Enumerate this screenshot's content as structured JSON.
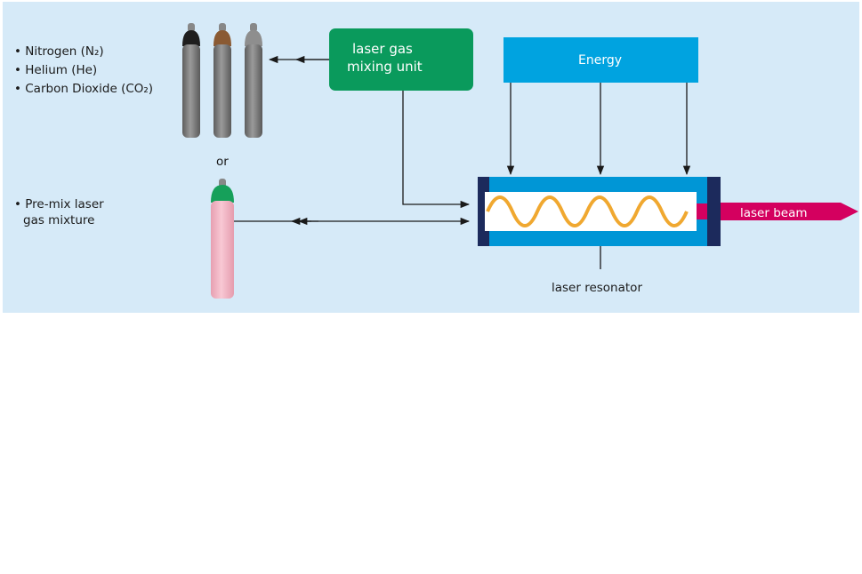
{
  "gases": {
    "item1": "• Nitrogen (N₂)",
    "item2": "• Helium (He)",
    "item3": "• Carbon Dioxide (CO₂)"
  },
  "or_label": "or",
  "premix": {
    "line1": "• Pre-mix laser",
    "line2": "gas mixture"
  },
  "mixing_unit": {
    "line1": "laser gas",
    "line2": "mixing unit"
  },
  "energy_label": "Energy",
  "beam_label": "laser beam",
  "resonator_label": "laser resonator",
  "colors": {
    "panel": "#d6eaf8",
    "mixing_unit": "#0a9a5c",
    "energy": "#00a3e0",
    "resonator": "#0096d6",
    "resonator_caps": "#1c2a5c",
    "wave": "#f0a830",
    "beam": "#d4005f",
    "cylinder_grey": "#777777",
    "cylinder_pink": "#f4b7c6",
    "cylinder_green_cap": "#16a05a"
  }
}
